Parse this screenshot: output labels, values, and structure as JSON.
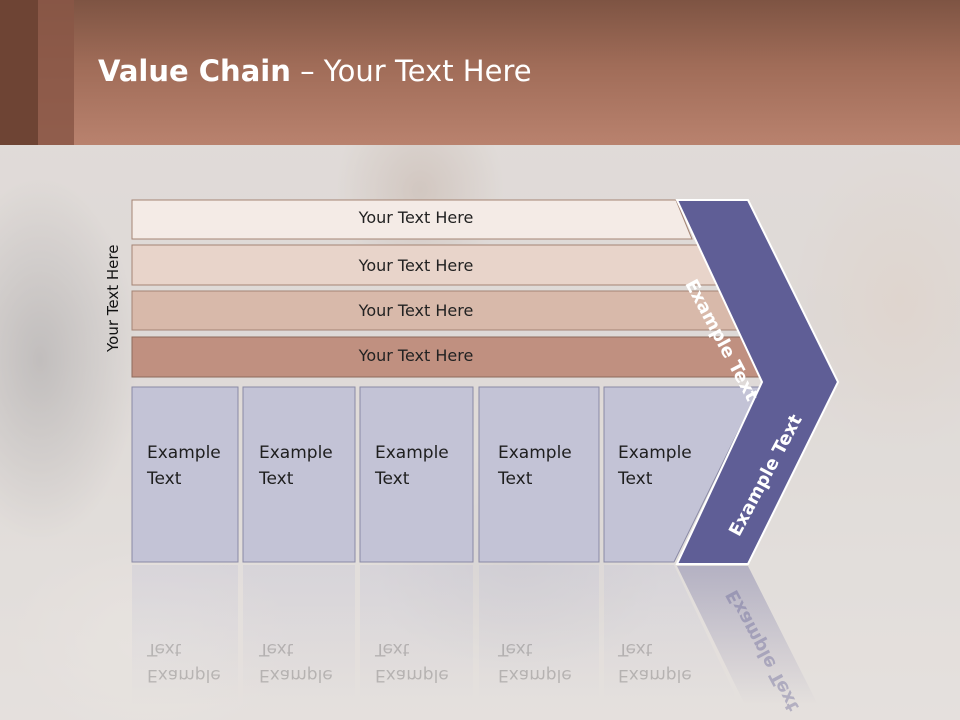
{
  "title": {
    "bold": "Value Chain",
    "rest": " – Your Text Here"
  },
  "side_label": "Your Text Here",
  "rows": [
    {
      "label": "Your Text Here",
      "fill": "#f4ebe6"
    },
    {
      "label": "Your Text Here",
      "fill": "#e8d4ca"
    },
    {
      "label": "Your Text Here",
      "fill": "#d8b9aa"
    },
    {
      "label": "Your Text Here",
      "fill": "#c09080"
    }
  ],
  "boxes": [
    {
      "line1": "Example",
      "line2": "Text"
    },
    {
      "line1": "Example",
      "line2": "Text"
    },
    {
      "line1": "Example",
      "line2": "Text"
    },
    {
      "line1": "Example",
      "line2": "Text"
    },
    {
      "line1": "Example",
      "line2": "Text"
    }
  ],
  "chevron": {
    "upper": "Example Text",
    "lower": "Example Text",
    "fill": "#5f5e96"
  },
  "colors": {
    "header": "#a06c58",
    "box_fill": "#c3c3d6",
    "box_border": "#8a8aa5"
  }
}
